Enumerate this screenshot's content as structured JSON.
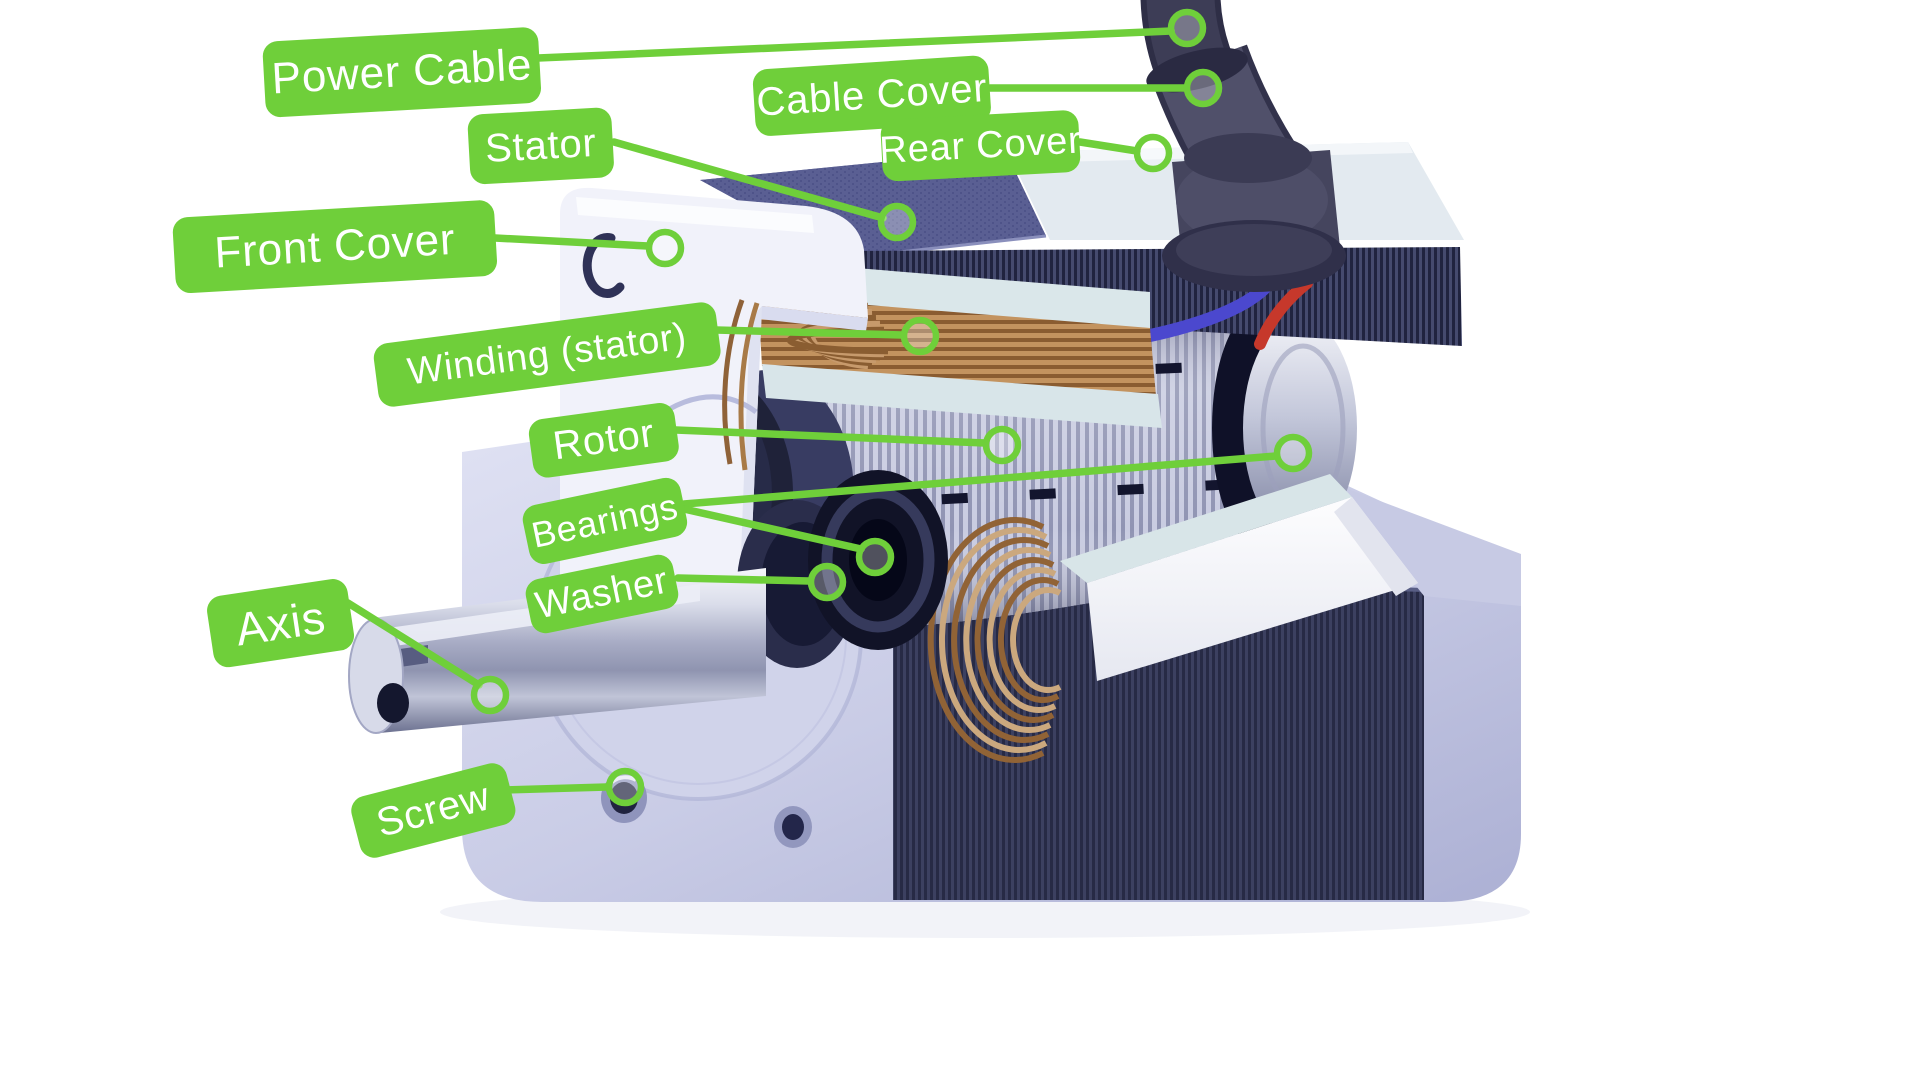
{
  "theme": {
    "accent": "#6FCF3A",
    "label_text": "#FFFFFF",
    "background": "#FFFFFF"
  },
  "labels": [
    {
      "id": "power-cable",
      "text": "Power Cable"
    },
    {
      "id": "cable-cover",
      "text": "Cable Cover"
    },
    {
      "id": "stator",
      "text": "Stator"
    },
    {
      "id": "rear-cover",
      "text": "Rear Cover"
    },
    {
      "id": "front-cover",
      "text": "Front Cover"
    },
    {
      "id": "winding-stator",
      "text": "Winding (stator)"
    },
    {
      "id": "rotor",
      "text": "Rotor"
    },
    {
      "id": "bearings",
      "text": "Bearings"
    },
    {
      "id": "washer",
      "text": "Washer"
    },
    {
      "id": "axis",
      "text": "Axis"
    },
    {
      "id": "screw",
      "text": "Screw"
    }
  ]
}
